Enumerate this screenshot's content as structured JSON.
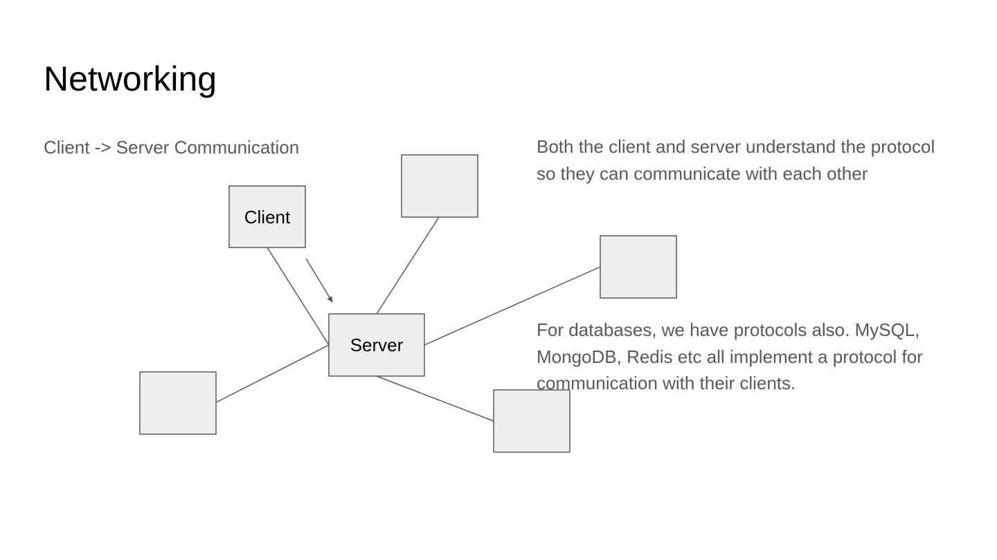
{
  "slide": {
    "title": "Networking",
    "subtitle": "Client -> Server Communication",
    "note_protocol": "Both the client and server understand the protocol so they can communicate with each other",
    "note_databases": "For databases, we have protocols also. MySQL, MongoDB, Redis etc all implement a protocol for communication with their clients."
  },
  "diagram": {
    "nodes": {
      "client": {
        "label": "Client"
      },
      "server": {
        "label": "Server"
      },
      "top": {
        "label": ""
      },
      "right": {
        "label": ""
      },
      "left": {
        "label": ""
      },
      "bottom": {
        "label": ""
      }
    },
    "colors": {
      "node_fill": "#eeeeee",
      "stroke": "#595959",
      "text": "#595959"
    }
  }
}
